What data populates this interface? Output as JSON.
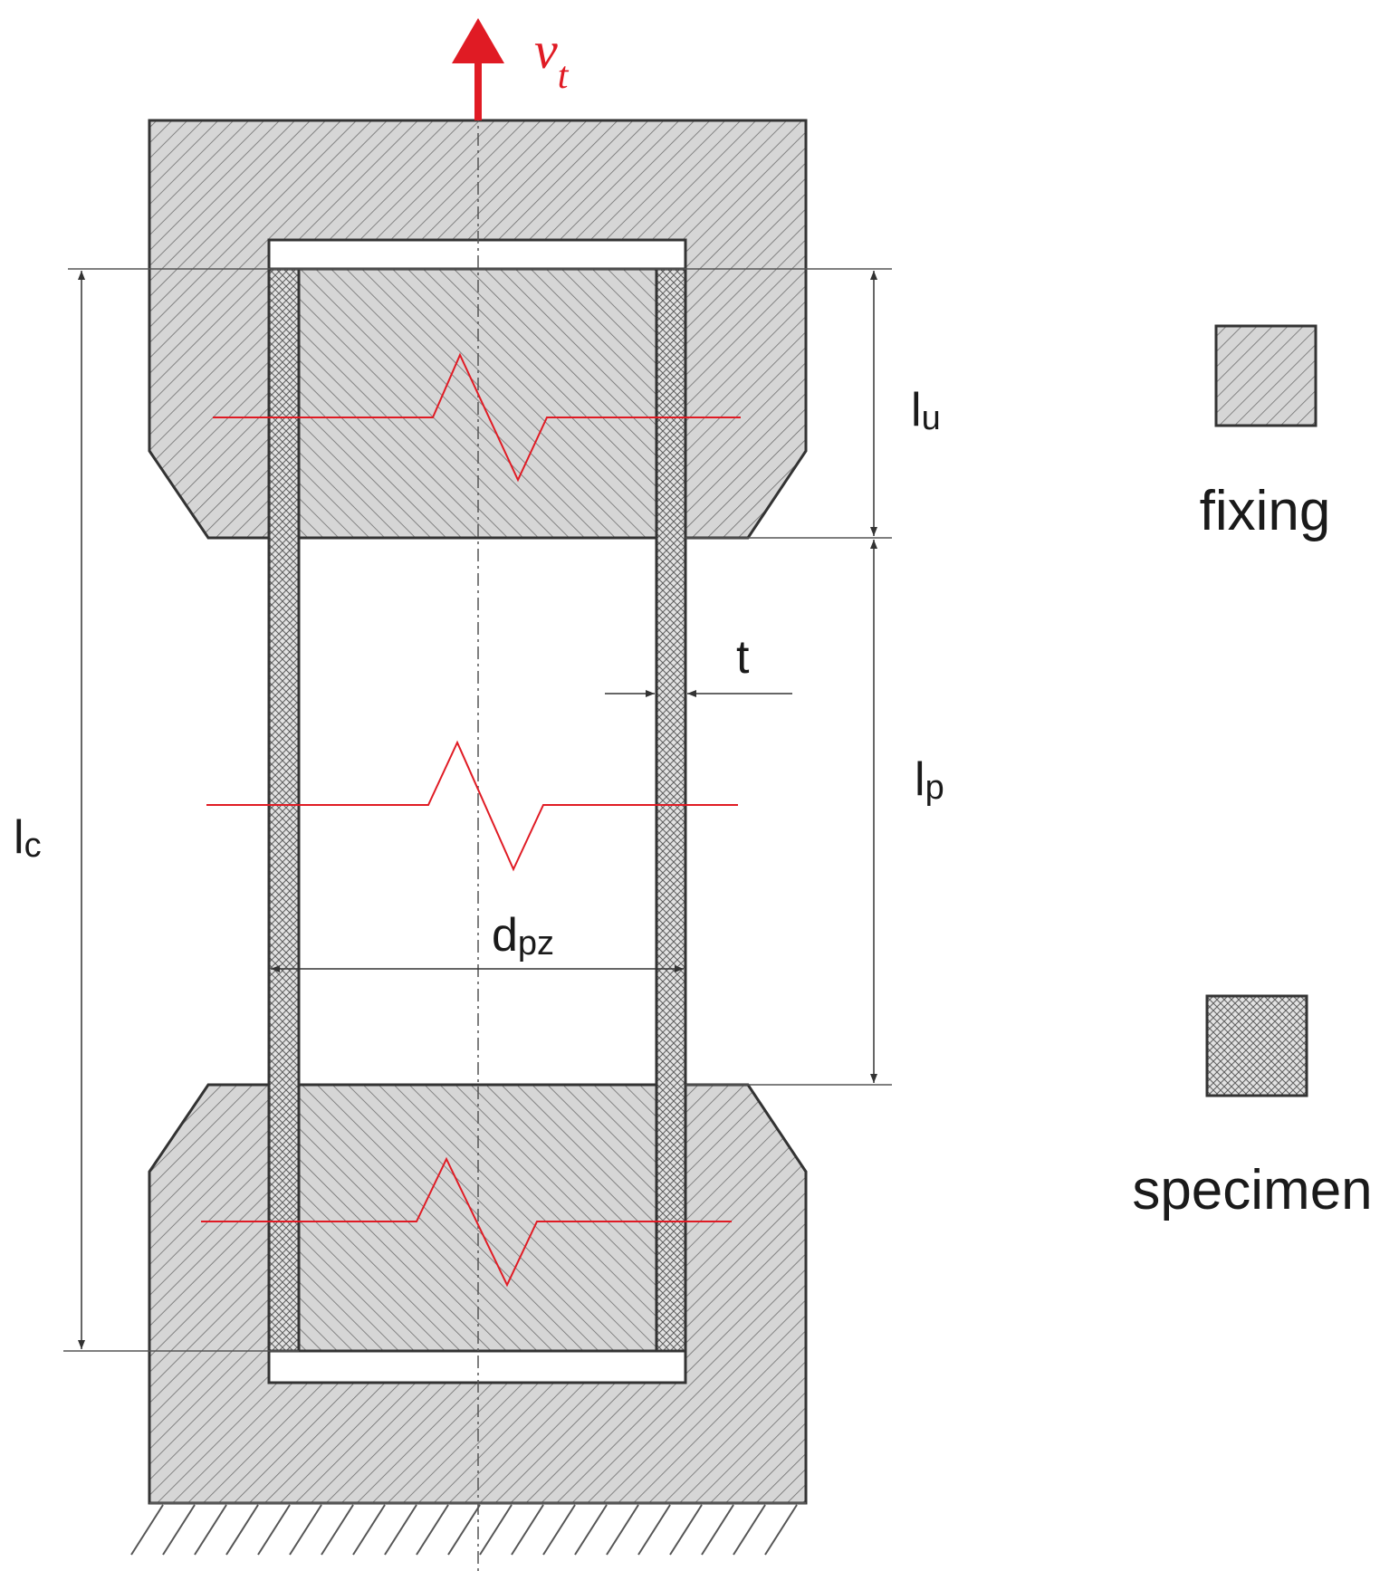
{
  "labels": {
    "velocity": "v",
    "velocity_sub": "t",
    "lu": "l",
    "lu_sub": "u",
    "lp": "l",
    "lp_sub": "p",
    "lc": "l",
    "lc_sub": "c",
    "t": "t",
    "dpz": "d",
    "dpz_sub": "pz"
  },
  "legend": {
    "fixing_label": "fixing",
    "specimen_label": "specimen"
  },
  "colors": {
    "outline": "#333333",
    "fixing_fill": "#cfcfcf",
    "hatch": "#7a7a7a",
    "crosshatch": "#8a8a8a",
    "accent_red": "#e01b24",
    "dim_line": "#333333"
  },
  "icons": {
    "velocity_arrow": "arrow-up-icon",
    "break_line": "zigzag-break-icon",
    "ground": "ground-hatch-icon"
  }
}
